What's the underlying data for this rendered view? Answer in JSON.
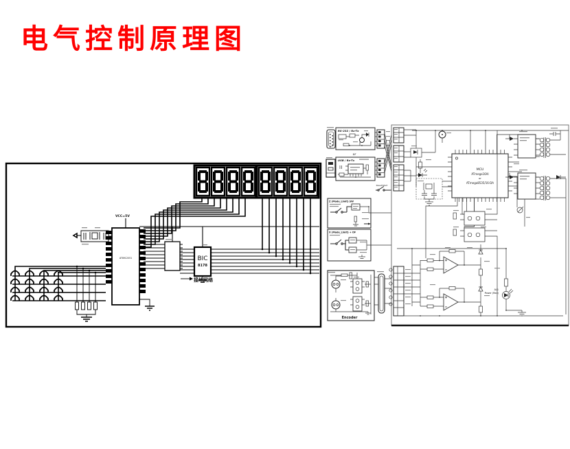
{
  "page": {
    "background": "#ffffff"
  },
  "title": {
    "text": "电气控制原理图",
    "color": "#ff0000"
  },
  "left_panel": {
    "display": {
      "digits": 8,
      "modules": 2
    },
    "mcu_label": "AT89C2051",
    "vcc_label": "VCC=5V",
    "bic_chip": {
      "name": "BIC",
      "part": "8178"
    },
    "net_label": "接地网络",
    "keypad": {
      "rows": 4,
      "cols": 4
    }
  },
  "right_panel": {
    "rs232_title": "RS-232 / Rx-Tx",
    "or_label": "or",
    "usb_title": "USB / Rx-Tx",
    "reset_label": "Reset/Start",
    "z_block_title": "Z (Mode_Limit) SW",
    "x_block_title": "X (Mode_Limit) + OF",
    "encoder_title": "Encoder",
    "mcu": {
      "line1": "MCU",
      "line2": "ATmega16AI",
      "line3": "or",
      "line4": "ATmega8535/16-DA"
    },
    "power_led_ref": "AL1",
    "power_led_label": "Power (Red)"
  },
  "colors": {
    "title_red": "#ff0000",
    "schematic_black": "#000000",
    "schematic_gray": "#333333"
  }
}
